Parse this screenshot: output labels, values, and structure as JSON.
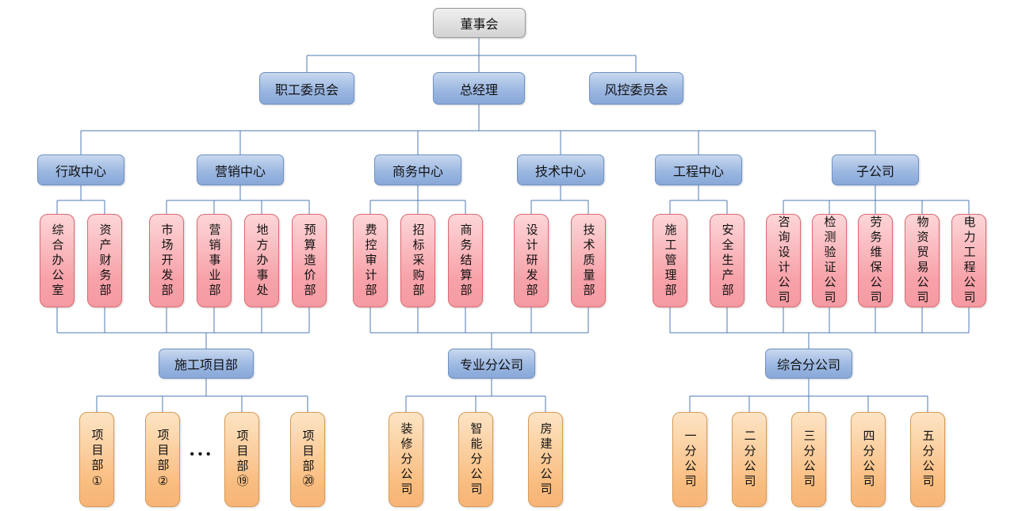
{
  "diagram": {
    "type": "org-chart",
    "root": "董事会",
    "level2": [
      "职工委员会",
      "总经理",
      "风控委员会"
    ],
    "centers": [
      {
        "label": "行政中心",
        "departments": [
          "综合办公室",
          "资产财务部"
        ]
      },
      {
        "label": "营销中心",
        "departments": [
          "市场开发部",
          "营销事业部",
          "地方办事处",
          "预算造价部"
        ]
      },
      {
        "label": "商务中心",
        "departments": [
          "费控审计部",
          "招标采购部",
          "商务结算部"
        ]
      },
      {
        "label": "技术中心",
        "departments": [
          "设计研发部",
          "技术质量部"
        ]
      },
      {
        "label": "工程中心",
        "departments": [
          "施工管理部",
          "安全生产部"
        ]
      },
      {
        "label": "子公司",
        "departments": [
          "咨询设计公司",
          "检测验证公司",
          "劳务维保公司",
          "物资贸易公司",
          "电力工程公司"
        ]
      }
    ],
    "branches": [
      {
        "label": "施工项目部",
        "units": [
          "项目部①",
          "项目部②",
          "项目部⑲",
          "项目部⑳"
        ],
        "ellipsis": "•••"
      },
      {
        "label": "专业分公司",
        "units": [
          "装修分公司",
          "智能分公司",
          "房建分公司"
        ]
      },
      {
        "label": "综合分公司",
        "units": [
          "一分公司",
          "二分公司",
          "三分公司",
          "四分公司",
          "五分公司"
        ]
      }
    ],
    "colors": {
      "root_fill": "#d9d9d9",
      "center_fill": "#9cb8e2",
      "department_fill": "#f7a2a9",
      "unit_fill": "#f9bd80",
      "connector": "#4f7ab3"
    }
  }
}
